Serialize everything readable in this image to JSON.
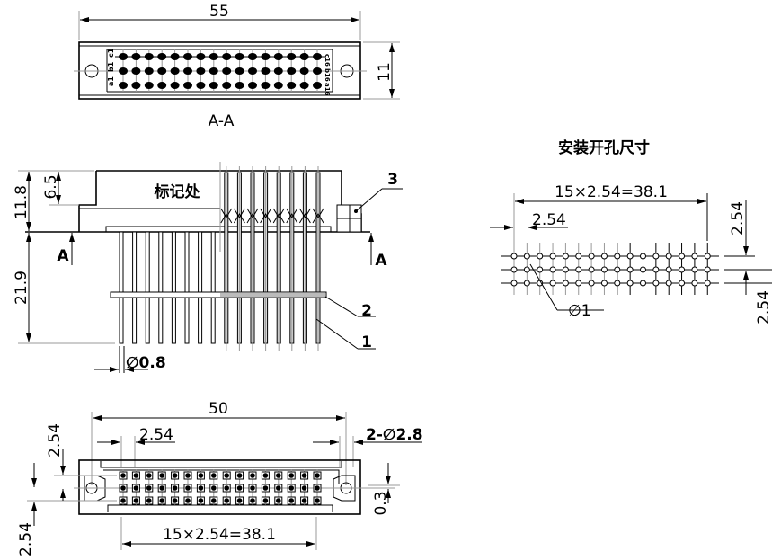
{
  "top_view": {
    "dim_width": "55",
    "dim_height": "11",
    "section_label": "A-A",
    "row_labels": [
      "c1",
      "b1",
      "a1"
    ],
    "end_labels": [
      "c16",
      "b16",
      "a16"
    ]
  },
  "side_view": {
    "marking_label": "标记处",
    "dim_total_height": "11.8",
    "dim_marking": "6.5",
    "dim_pin_length": "21.9",
    "section_mark": "A",
    "pin_diameter": "∅0.8",
    "callouts": [
      "1",
      "2",
      "3"
    ]
  },
  "bottom_view": {
    "dim_width": "50",
    "dim_pitch": "2.54",
    "dim_holes": "2-∅2.8",
    "dim_span": "15×2.54=38.1",
    "dim_row_pitch_top": "2.54",
    "dim_row_pitch_bottom": "2.54",
    "dim_offset": "0.3"
  },
  "mounting": {
    "title": "安装开孔尺寸",
    "dim_span": "15×2.54=38.1",
    "dim_pitch": "2.54",
    "hole_diameter": "∅1",
    "dim_row_pitch_top": "2.54",
    "dim_row_pitch_bottom": "2.54"
  }
}
